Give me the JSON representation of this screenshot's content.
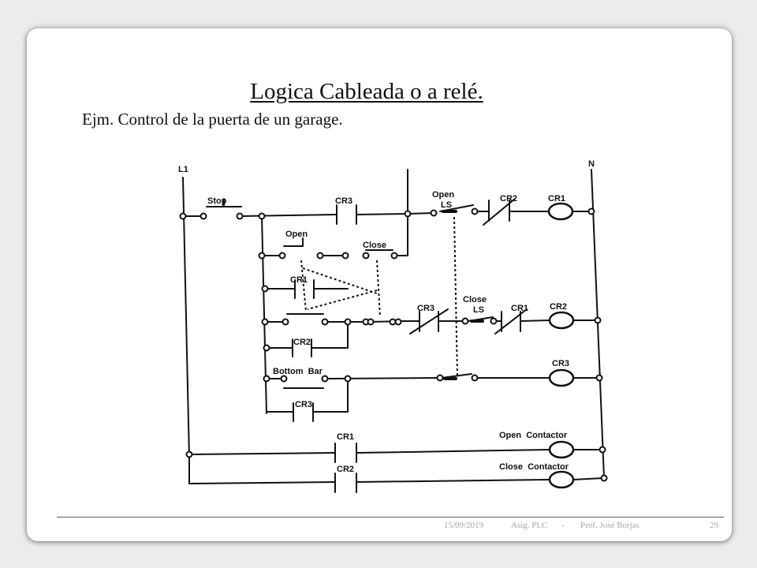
{
  "slide": {
    "title": "Logica Cableada o a relé.",
    "subtitle": "Ejm. Control de la puerta de un garage.",
    "footer": {
      "date": "15/09/2019",
      "course": "Asig. PLC",
      "separator": "-",
      "author": "Prof. José Borjas",
      "page": "29"
    }
  },
  "diagram": {
    "rail_left": "L1",
    "rail_right": "N",
    "labels": {
      "stop": "Stop",
      "cr3_seal": "CR3",
      "open_ls_1": "Open",
      "open_ls_2": "LS",
      "cr2_nc_top": "CR2",
      "cr1_coil": "CR1",
      "open_pb": "Open",
      "close_pb": "Close",
      "cr1_seal": "CR1",
      "cr3_nc_mid": "CR3",
      "close_ls_1": "Close",
      "close_ls_2": "LS",
      "cr1_nc_mid": "CR1",
      "cr2_coil": "CR2",
      "cr2_seal": "CR2",
      "bottom_bar": "Bottom  Bar",
      "cr3_coil": "CR3",
      "cr3_seal_low": "CR3",
      "cr1_out": "CR1",
      "open_contactor": "Open  Contactor",
      "cr2_out": "CR2",
      "close_contactor": "Close  Contactor"
    }
  }
}
